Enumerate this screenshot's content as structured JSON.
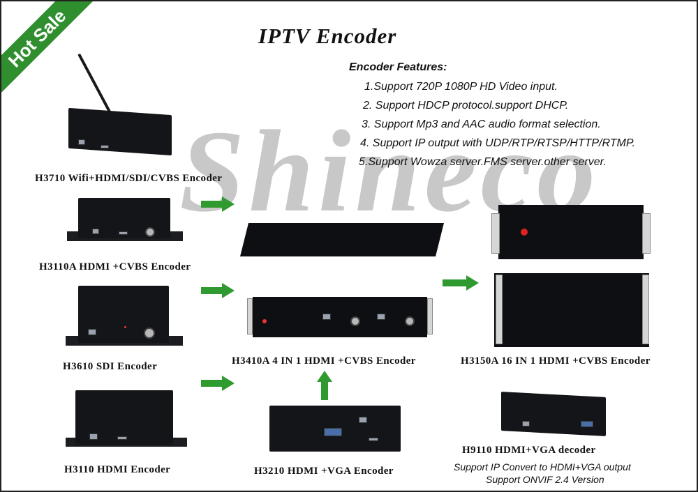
{
  "badge": {
    "label": "Hot Sale",
    "color": "#2f8f2f"
  },
  "title": "IPTV Encoder",
  "watermark": "Shineco",
  "features": {
    "heading": "Encoder Features:",
    "items": [
      "1.Support 720P 1080P HD Video input.",
      "2. Support HDCP protocol.support DHCP.",
      "3. Support Mp3 and AAC audio format selection.",
      "4. Support IP output with UDP/RTP/RTSP/HTTP/RTMP.",
      "5.Support Wowza server.FMS server.other server."
    ]
  },
  "products": {
    "h3710": "H3710 Wifi+HDMI/SDI/CVBS Encoder",
    "h3110a": "H3110A HDMI +CVBS Encoder",
    "h3610": "H3610 SDI Encoder",
    "h3110": "H3110 HDMI Encoder",
    "h3410a": "H3410A 4 IN 1 HDMI +CVBS Encoder",
    "h3150a": "H3150A 16 IN 1 HDMI +CVBS Encoder",
    "h3210": "H3210 HDMI +VGA Encoder",
    "h9110": "H9110 HDMI+VGA decoder",
    "h9110_sub1": "Support IP Convert to HDMI+VGA output",
    "h9110_sub2": "Support ONVIF 2.4 Version"
  },
  "colors": {
    "arrow": "#2f9a2f",
    "watermark": "#c8c8c8"
  }
}
